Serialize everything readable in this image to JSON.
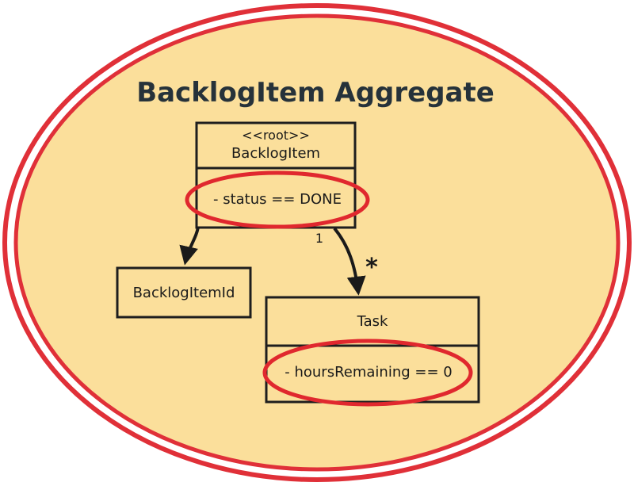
{
  "title": "BacklogItem Aggregate",
  "root_entity": {
    "stereotype": "<<root>>",
    "name": "BacklogItem",
    "attribute": "- status == DONE"
  },
  "id_entity": {
    "name": "BacklogItemId"
  },
  "task_entity": {
    "name": "Task",
    "attribute": "- hoursRemaining == 0"
  },
  "association": {
    "source_multiplicity": "1",
    "target_multiplicity": "*"
  },
  "colors": {
    "aggregate_fill": "#fbdf9b",
    "outer_ring": "#e03038",
    "highlight": "#e0282e",
    "box_stroke": "#1e1e1e",
    "ink": "#1a1a1a"
  }
}
